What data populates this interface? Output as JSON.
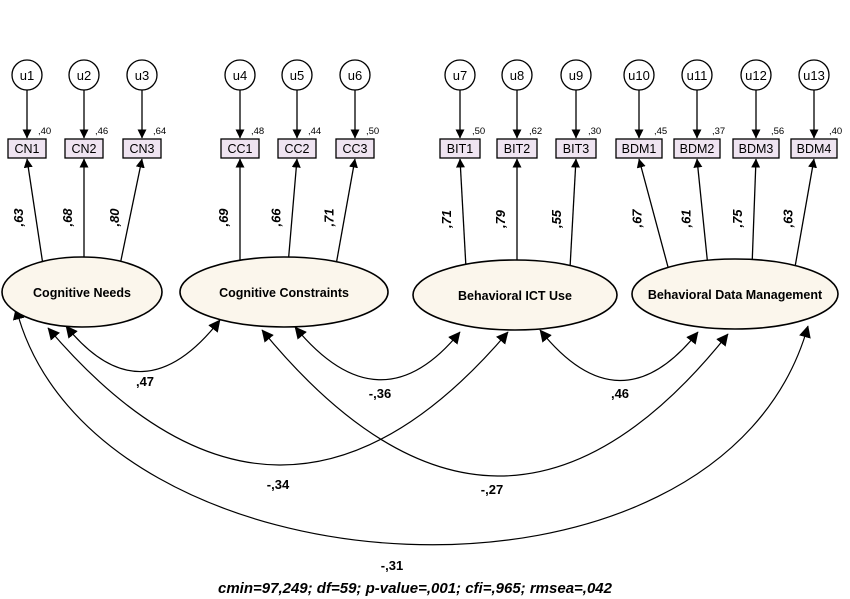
{
  "latents": [
    {
      "name": "Cognitive Needs"
    },
    {
      "name": "Cognitive Constraints"
    },
    {
      "name": "Behavioral ICT Use"
    },
    {
      "name": "Behavioral Data Management"
    }
  ],
  "indicators": [
    {
      "error": "u1",
      "name": "CN1",
      "r2": ",40",
      "loading": ",63",
      "latent": 0
    },
    {
      "error": "u2",
      "name": "CN2",
      "r2": ",46",
      "loading": ",68",
      "latent": 0
    },
    {
      "error": "u3",
      "name": "CN3",
      "r2": ",64",
      "loading": ",80",
      "latent": 0
    },
    {
      "error": "u4",
      "name": "CC1",
      "r2": ",48",
      "loading": ",69",
      "latent": 1
    },
    {
      "error": "u5",
      "name": "CC2",
      "r2": ",44",
      "loading": ",66",
      "latent": 1
    },
    {
      "error": "u6",
      "name": "CC3",
      "r2": ",50",
      "loading": ",71",
      "latent": 1
    },
    {
      "error": "u7",
      "name": "BIT1",
      "r2": ",50",
      "loading": ",71",
      "latent": 2
    },
    {
      "error": "u8",
      "name": "BIT2",
      "r2": ",62",
      "loading": ",79",
      "latent": 2
    },
    {
      "error": "u9",
      "name": "BIT3",
      "r2": ",30",
      "loading": ",55",
      "latent": 2
    },
    {
      "error": "u10",
      "name": "BDM1",
      "r2": ",45",
      "loading": ",67",
      "latent": 3
    },
    {
      "error": "u11",
      "name": "BDM2",
      "r2": ",37",
      "loading": ",61",
      "latent": 3
    },
    {
      "error": "u12",
      "name": "BDM3",
      "r2": ",56",
      "loading": ",75",
      "latent": 3
    },
    {
      "error": "u13",
      "name": "BDM4",
      "r2": ",40",
      "loading": ",63",
      "latent": 3
    }
  ],
  "covariances": [
    {
      "from": 0,
      "to": 1,
      "value": ",47"
    },
    {
      "from": 1,
      "to": 2,
      "value": "-,36"
    },
    {
      "from": 2,
      "to": 3,
      "value": ",46"
    },
    {
      "from": 0,
      "to": 2,
      "value": "-,34"
    },
    {
      "from": 1,
      "to": 3,
      "value": "-,27"
    },
    {
      "from": 0,
      "to": 3,
      "value": "-,31"
    }
  ],
  "fit_stats": "cmin=97,249; df=59; p-value=,001; cfi=,965; rmsea=,042"
}
